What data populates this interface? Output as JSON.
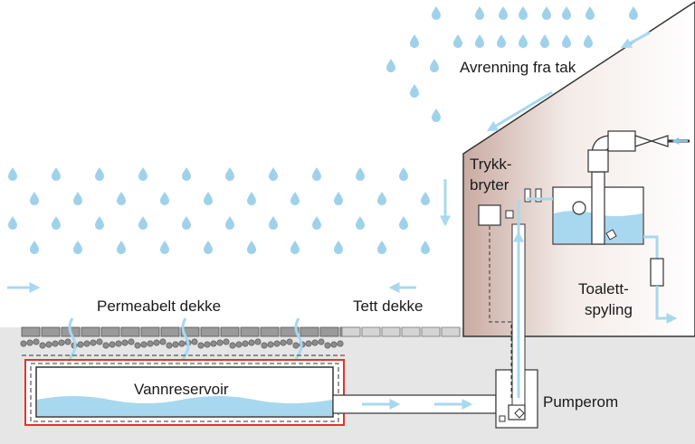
{
  "labels": {
    "roof_runoff": "Avrenning fra tak",
    "pressure_switch_line1": "Trykk-",
    "pressure_switch_line2": "bryter",
    "permeable_surface": "Permeabelt dekke",
    "impermeable_surface": "Tett dekke",
    "reservoir": "Vannreservoir",
    "pump_room": "Pumperom",
    "toilet_flush_line1": "Toalett-",
    "toilet_flush_line2": "spyling"
  },
  "colors": {
    "water": "#a8d8ef",
    "rain_drop": "#9fd2ea",
    "ground": "#e6e6e6",
    "house_wall_inner": "#c8a9a0",
    "liner": "#e0352b",
    "outline": "#333333"
  }
}
